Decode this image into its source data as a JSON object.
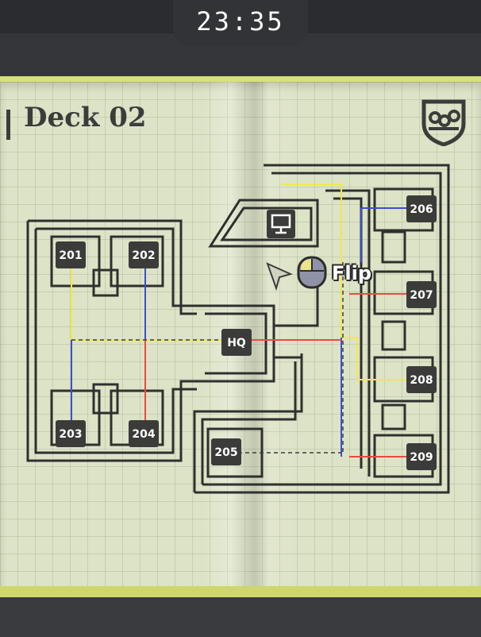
{
  "clock": {
    "time": "23:35"
  },
  "deck": {
    "title": "Deck 02"
  },
  "rooms": {
    "r201": "201",
    "r202": "202",
    "r203": "203",
    "r204": "204",
    "r205": "205",
    "r206": "206",
    "r207": "207",
    "r208": "208",
    "r209": "209",
    "hq": "HQ"
  },
  "hint": {
    "flip_label": "Flip"
  },
  "colors": {
    "wall": "#2f302e",
    "paper": "#dde3c7",
    "wire_yellow": "#f2e84a",
    "wire_blue": "#3b4fd0",
    "wire_red": "#ec4a3e"
  },
  "icons": [
    "terminal-icon",
    "cursor-arrow-icon",
    "mouse-icon",
    "crest-icon"
  ]
}
